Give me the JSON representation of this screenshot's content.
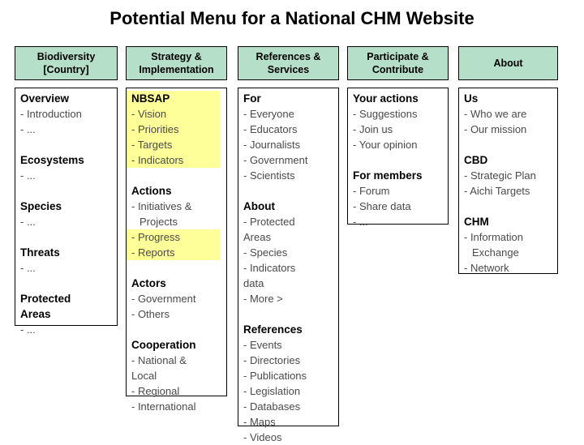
{
  "title": "Potential Menu for a National CHM Website",
  "colors": {
    "header_bg": "#b6dfca",
    "highlight": "#ffff99",
    "box_border": "#000000",
    "item_text": "#4a4a4a",
    "heading_text": "#000000",
    "background": "#ffffff"
  },
  "columns": [
    {
      "id": "biodiversity",
      "header": "Biodiversity\n[Country]",
      "lines": [
        {
          "t": "Overview",
          "b": true
        },
        {
          "t": "- Introduction"
        },
        {
          "t": "- ..."
        },
        {
          "t": ""
        },
        {
          "t": "Ecosystems",
          "b": true
        },
        {
          "t": "- ..."
        },
        {
          "t": ""
        },
        {
          "t": "Species",
          "b": true
        },
        {
          "t": "- ..."
        },
        {
          "t": ""
        },
        {
          "t": "Threats",
          "b": true
        },
        {
          "t": "- ..."
        },
        {
          "t": ""
        },
        {
          "t": "Protected",
          "b": true
        },
        {
          "t": "Areas",
          "b": true
        },
        {
          "t": "- ..."
        }
      ]
    },
    {
      "id": "strategy-implementation",
      "header": "Strategy &\nImplementation",
      "lines": [
        {
          "t": "NBSAP",
          "b": true,
          "h": true
        },
        {
          "t": "- Vision",
          "h": true
        },
        {
          "t": "- Priorities",
          "h": true
        },
        {
          "t": "- Targets",
          "h": true
        },
        {
          "t": "- Indicators",
          "h": true
        },
        {
          "t": ""
        },
        {
          "t": "Actions",
          "b": true
        },
        {
          "t": "- Initiatives &"
        },
        {
          "t": "Projects",
          "i": true
        },
        {
          "t": "- Progress",
          "h": true
        },
        {
          "t": "- Reports",
          "h": true
        },
        {
          "t": ""
        },
        {
          "t": "Actors",
          "b": true
        },
        {
          "t": "- Government"
        },
        {
          "t": "- Others"
        },
        {
          "t": ""
        },
        {
          "t": "Cooperation",
          "b": true
        },
        {
          "t": "- National &"
        },
        {
          "t": "Local"
        },
        {
          "t": "- Regional"
        },
        {
          "t": "- International"
        }
      ]
    },
    {
      "id": "references-services",
      "header": "References &\nServices",
      "lines": [
        {
          "t": "For",
          "b": true
        },
        {
          "t": "- Everyone"
        },
        {
          "t": "- Educators"
        },
        {
          "t": "- Journalists"
        },
        {
          "t": "- Government"
        },
        {
          "t": "- Scientists"
        },
        {
          "t": ""
        },
        {
          "t": "About",
          "b": true
        },
        {
          "t": "- Protected"
        },
        {
          "t": "Areas"
        },
        {
          "t": "- Species"
        },
        {
          "t": "- Indicators"
        },
        {
          "t": "data"
        },
        {
          "t": "- More >"
        },
        {
          "t": ""
        },
        {
          "t": "References",
          "b": true
        },
        {
          "t": "- Events"
        },
        {
          "t": "- Directories"
        },
        {
          "t": "- Publications"
        },
        {
          "t": "- Legislation"
        },
        {
          "t": "- Databases"
        },
        {
          "t": "- Maps"
        },
        {
          "t": "- Videos"
        }
      ]
    },
    {
      "id": "participate-contribute",
      "header": "Participate &\nContribute",
      "lines": [
        {
          "t": "Your actions",
          "b": true
        },
        {
          "t": "- Suggestions"
        },
        {
          "t": "- Join us"
        },
        {
          "t": "- Your opinion"
        },
        {
          "t": ""
        },
        {
          "t": "For members",
          "b": true
        },
        {
          "t": "- Forum"
        },
        {
          "t": "- Share data"
        },
        {
          "t": "- ..."
        }
      ]
    },
    {
      "id": "about",
      "header": "About",
      "lines": [
        {
          "t": "Us",
          "b": true
        },
        {
          "t": "- Who we are"
        },
        {
          "t": "- Our mission"
        },
        {
          "t": ""
        },
        {
          "t": "CBD",
          "b": true
        },
        {
          "t": "- Strategic Plan"
        },
        {
          "t": "- Aichi Targets"
        },
        {
          "t": ""
        },
        {
          "t": "CHM",
          "b": true
        },
        {
          "t": "- Information"
        },
        {
          "t": "Exchange",
          "i": true
        },
        {
          "t": "- Network"
        }
      ]
    }
  ]
}
